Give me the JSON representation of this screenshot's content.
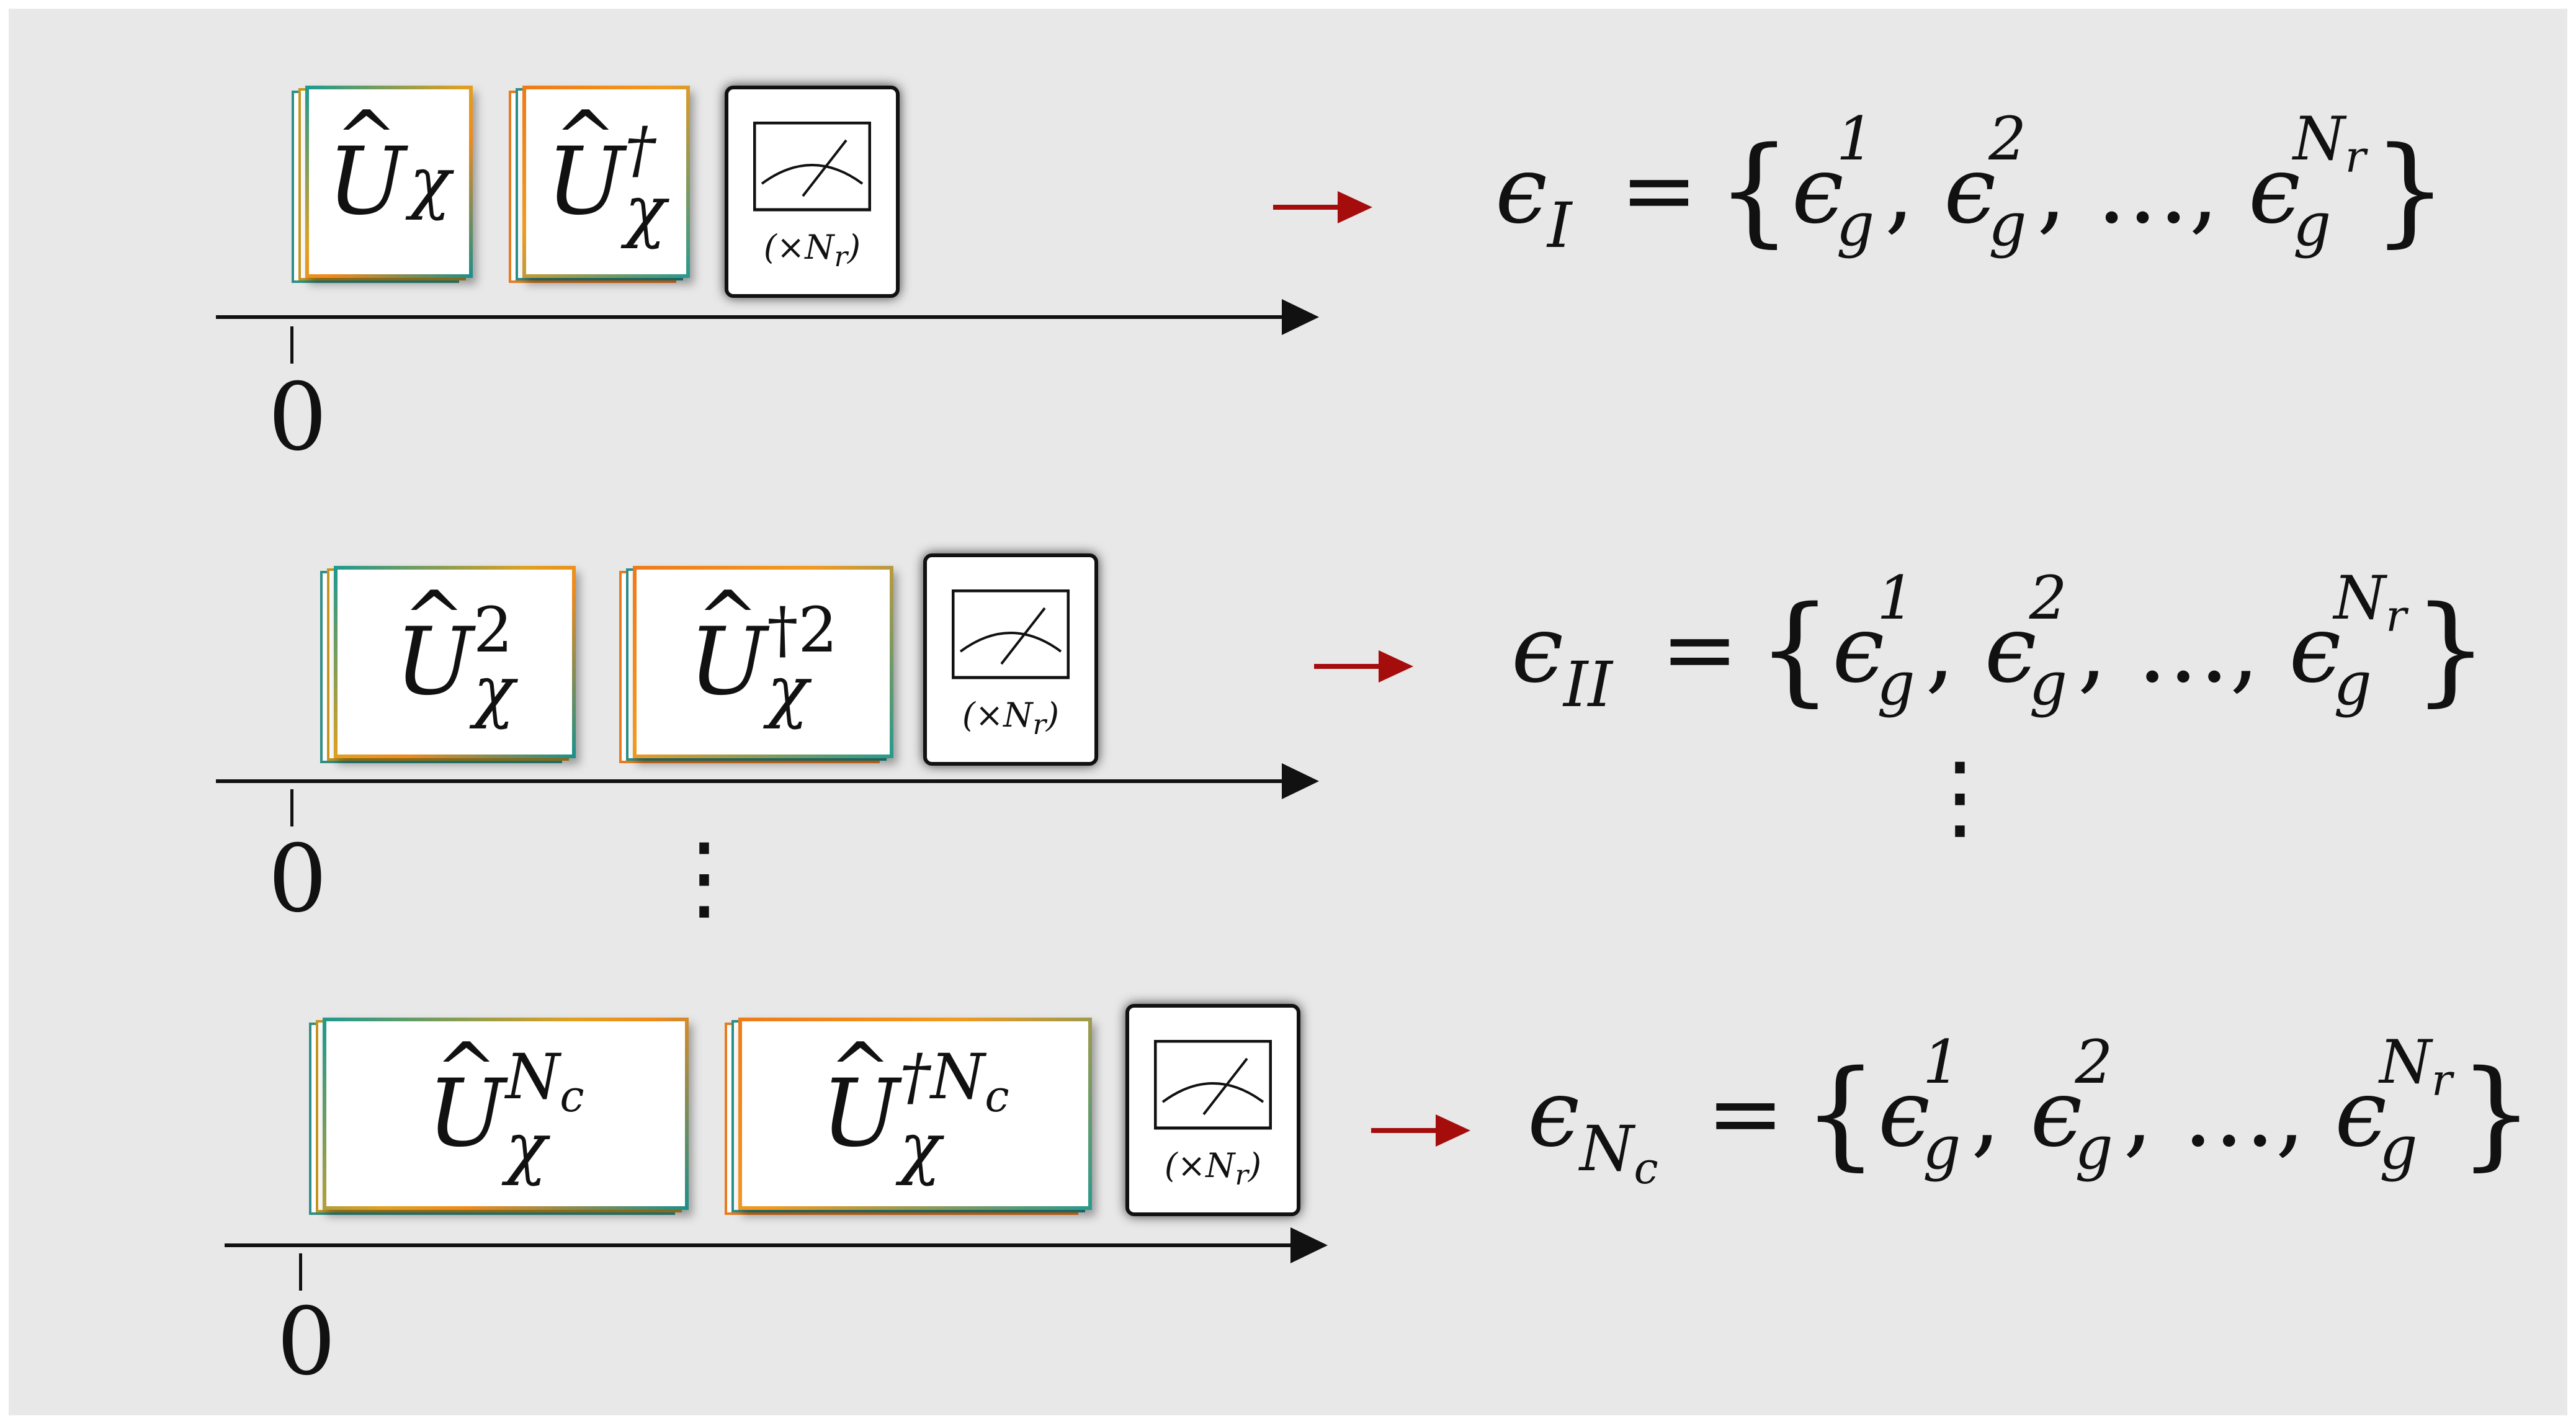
{
  "rows": [
    {
      "gate_symbol": "U",
      "gate_sub": "χ",
      "gate_sup": "",
      "dagger_symbol": "U",
      "dagger_sub": "χ",
      "dagger_sup": "†",
      "meter_count": "(×N",
      "meter_count_sub": "r",
      "meter_count_close": ")",
      "axis_zero": "0",
      "result_symbol": "ϵ",
      "result_sub": "I",
      "result_equals": "=",
      "set_terms": [
        "ϵ",
        "ϵ",
        "…",
        "ϵ"
      ],
      "set_sups": [
        "1",
        "2",
        "",
        "N"
      ],
      "set_sup_sub": "r",
      "set_subs": [
        "g",
        "g",
        "",
        "g"
      ]
    },
    {
      "gate_symbol": "U",
      "gate_sub": "χ",
      "gate_sup": "2",
      "dagger_symbol": "U",
      "dagger_sub": "χ",
      "dagger_sup": "†2",
      "meter_count": "(×N",
      "meter_count_sub": "r",
      "meter_count_close": ")",
      "axis_zero": "0",
      "result_symbol": "ϵ",
      "result_sub": "II",
      "result_equals": "=",
      "set_terms": [
        "ϵ",
        "ϵ",
        "…",
        "ϵ"
      ],
      "set_sups": [
        "1",
        "2",
        "",
        "N"
      ],
      "set_sup_sub": "r",
      "set_subs": [
        "g",
        "g",
        "",
        "g"
      ]
    },
    {
      "gate_symbol": "U",
      "gate_sub": "χ",
      "gate_sup": "N",
      "gate_sup_sub": "c",
      "dagger_symbol": "U",
      "dagger_sub": "χ",
      "dagger_sup": "†N",
      "dagger_sup_sub": "c",
      "meter_count": "(×N",
      "meter_count_sub": "r",
      "meter_count_close": ")",
      "axis_zero": "0",
      "result_symbol": "ϵ",
      "result_sub": "N",
      "result_sub_sub": "c",
      "result_equals": "=",
      "set_terms": [
        "ϵ",
        "ϵ",
        "…",
        "ϵ"
      ],
      "set_sups": [
        "1",
        "2",
        "",
        "N"
      ],
      "set_sup_sub": "r",
      "set_subs": [
        "g",
        "g",
        "",
        "g"
      ]
    }
  ],
  "ellipsis": "⋮",
  "colors": {
    "background": "#e8e8e8",
    "teal": "#2a8f8a",
    "orange": "#f08a1c",
    "gold": "#e0a020",
    "red_arrow": "#a50d0d"
  }
}
